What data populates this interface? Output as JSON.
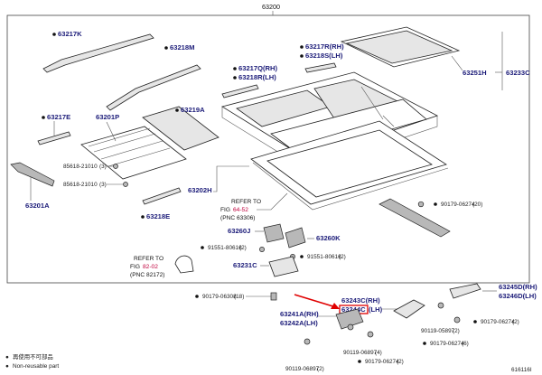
{
  "title_part": "63200",
  "figure_id": "616116I",
  "highlight_color": "#e00000",
  "parts": {
    "p63217K": "63217K",
    "p63218M": "63218M",
    "p63217R": "63217R(RH)",
    "p63218S": "63218S(LH)",
    "p63217Q": "63217Q(RH)",
    "p63218R": "63218R(LH)",
    "p63251H": "63251H",
    "p63233C": "63233C",
    "p63217E": "63217E",
    "p63201P": "63201P",
    "p63219A": "63219A",
    "p85618_21010": "85618-21010",
    "p85618_21010_qty": "(3)",
    "p85618_21010b": "85618-21010",
    "p85618_21010b_qty": "(3)",
    "p63201A": "63201A",
    "p63218E": "63218E",
    "p63202H": "63202H",
    "p90179_06274_20": "90179-06274",
    "p90179_06274_20_qty": "(20)",
    "p63260J": "63260J",
    "p63260K": "63260K",
    "p91551_80616a": "91551-80616",
    "p91551_80616a_qty": "(2)",
    "p91551_80616b": "91551-80616",
    "p91551_80616b_qty": "(2)",
    "p63231C": "63231C",
    "p90179_06308": "90179-06308",
    "p90179_06308_qty": "(18)",
    "p63245D": "63245D(RH)",
    "p63246D": "63246D(LH)",
    "p63243C": "63243C(RH)",
    "p63244C": "63244C",
    "p63244C_side": "(LH)",
    "p63241A": "63241A(RH)",
    "p63242A": "63242A(LH)",
    "p90179_06274_b": "90179-06274",
    "p90179_06274_b_qty": "(2)",
    "p90119_05897": "90119-05897",
    "p90119_05897_qty": "(2)",
    "p90179_06274_6": "90179-06274",
    "p90179_06274_6_qty": "(6)",
    "p90119_06897_4": "90119-06897",
    "p90119_06897_4_qty": "(4)",
    "p90119_06897_2": "90119-06897",
    "p90119_06897_2_qty": "(2)",
    "p90179_06274_c": "90179-06274",
    "p90179_06274_c_qty": "(2)"
  },
  "refs": {
    "ref1_line1": "REFER TO",
    "ref1_line2_prefix": "FIG",
    "ref1_link": "64-52",
    "ref1_line3": "(PNC 63306)",
    "ref2_line1": "REFER TO",
    "ref2_line2_prefix": "FIG",
    "ref2_link": "82-02",
    "ref2_line3": "(PNC 82172)"
  },
  "legend": {
    "marker": "●",
    "jp_text": "再使用不可部品",
    "en_text": "Non-reusable part"
  }
}
